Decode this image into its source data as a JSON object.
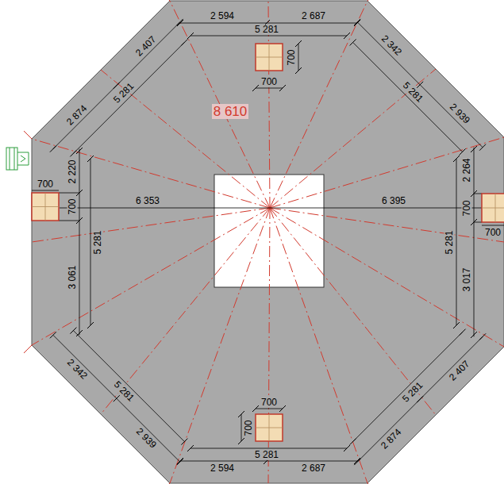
{
  "diagram": {
    "labels": [
      "2 594",
      "2 687",
      "5 281",
      "700",
      "700",
      "2 407",
      "5 281",
      "2 342",
      "5 281",
      "2 939",
      "8 610",
      "2 874",
      "2 220",
      "700",
      "700",
      "5 281",
      "6 353",
      "6 395",
      "2 264",
      "700",
      "5 281",
      "700",
      "3 061",
      "3 017",
      "2 342",
      "2 407",
      "5 281",
      "5 281",
      "700",
      "700",
      "2 874",
      "2 939",
      "5 281",
      "2 594",
      "2 687"
    ]
  }
}
